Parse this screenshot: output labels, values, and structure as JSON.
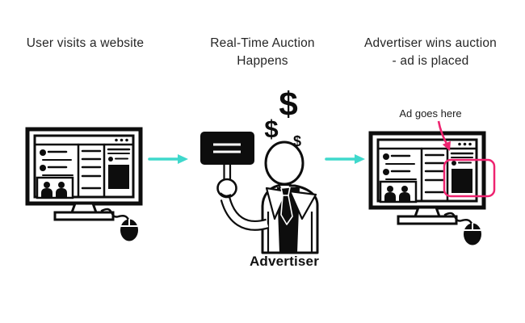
{
  "colors": {
    "ink": "#0d0d0d",
    "heading_text": "#262626",
    "arrow_teal": "#3fd8cc",
    "highlight_pink": "#ee2470"
  },
  "steps": {
    "step1": {
      "title": "User visits a website"
    },
    "step2": {
      "title": "Real-Time Auction Happens",
      "figure_label": "Advertiser",
      "dollar_glyph": "$"
    },
    "step3": {
      "title": "Advertiser wins auction - ad is placed",
      "annotation": "Ad goes here"
    }
  }
}
